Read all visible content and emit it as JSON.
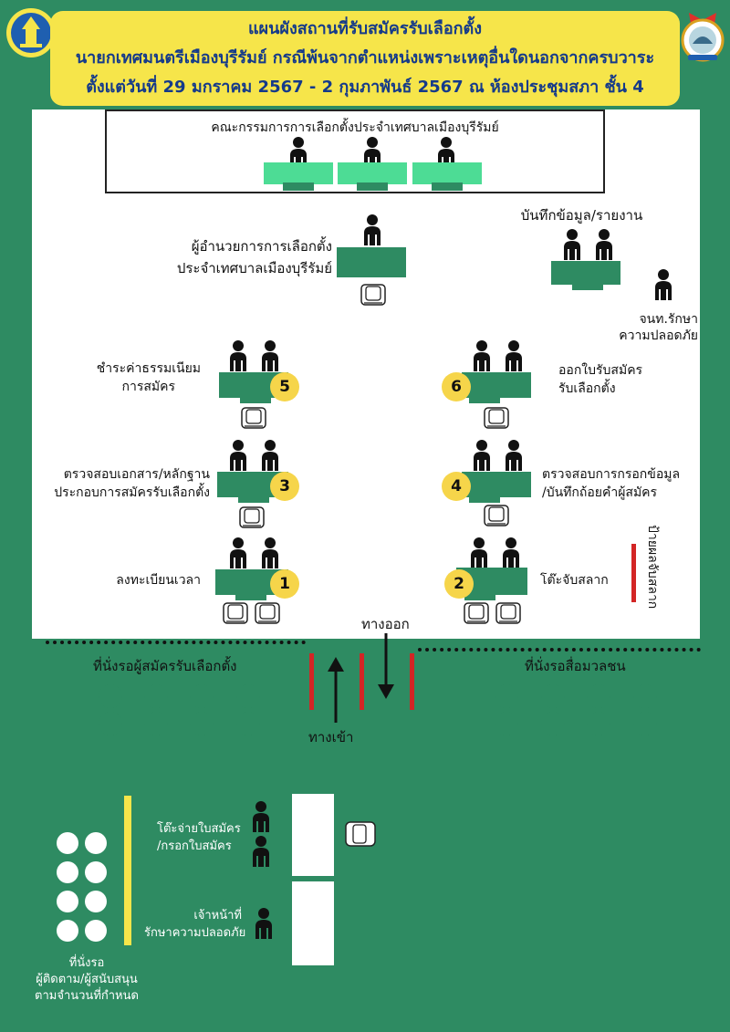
{
  "header": {
    "title_line1": "แผนผังสถานที่รับสมัครรับเลือกตั้ง",
    "title_line2": "นายกเทศมนตรีเมืองบุรีรัมย์ กรณีพ้นจากตำแหน่งเพราะเหตุอื่นใดนอกจากครบวาระ",
    "title_line3": "ตั้งแต่วันที่ 29 มกราคม 2567 - 2 กุมภาพันธ์ 2567 ณ ห้องประชุมสภา ชั้น 4"
  },
  "hall": {
    "committee_label": "คณะกรรมการการเลือกตั้งประจำเทศบาลเมืองบุรีรัมย์",
    "director_line1": "ผู้อำนวยการการเลือกตั้ง",
    "director_line2": "ประจำเทศบาลเมืองบุรีรัมย์",
    "record_label": "บันทึกข้อมูล/รายงาน",
    "security_line1": "จนท.รักษา",
    "security_line2": "ความปลอดภัย",
    "station5_line1": "ชำระค่าธรรมเนียม",
    "station5_line2": "การสมัคร",
    "station6_line1": "ออกใบรับสมัคร",
    "station6_line2": "รับเลือกตั้ง",
    "station3_line1": "ตรวจสอบเอกสาร/หลักฐาน",
    "station3_line2": "ประกอบการสมัครรับเลือกตั้ง",
    "station4_line1": "ตรวจสอบการกรอกข้อมูล",
    "station4_line2": "/บันทึกถ้อยคำผู้สมัคร",
    "station1": "ลงทะเบียนเวลา",
    "station2": "โต๊ะจับสลาก",
    "result_board": "ป้ายผลจับสลาก",
    "numbers": [
      "1",
      "2",
      "3",
      "4",
      "5",
      "6"
    ],
    "exit_label": "ทางออก",
    "entrance_label": "ทางเข้า",
    "candidate_waiting": "ที่นั่งรอผู้สมัครรับเลือกตั้ง",
    "media_waiting": "ที่นั่งรอสื่อมวลชน"
  },
  "outside": {
    "form_desk_line1": "โต๊ะจ่ายใบสมัคร",
    "form_desk_line2": "/กรอกใบสมัคร",
    "guard_line1": "เจ้าหน้าที่",
    "guard_line2": "รักษาความปลอดภัย",
    "follower_line1": "ที่นั่งรอ",
    "follower_line2": "ผู้ติดตาม/ผู้สนับสนุน",
    "follower_line3": "ตามจำนวนที่กำหนด"
  },
  "colors": {
    "background": "#2e8b62",
    "table": "#2e8b62",
    "committee_table": "#4ddc95",
    "title_bg": "#f6e54a",
    "title_text": "#153a8a",
    "number_badge": "#f6d54a",
    "barrier": "#d32525"
  },
  "icons": [
    "person-icon",
    "chair-icon",
    "arrow-up-icon",
    "arrow-down-icon",
    "municipality-seal-logo",
    "election-logo"
  ]
}
